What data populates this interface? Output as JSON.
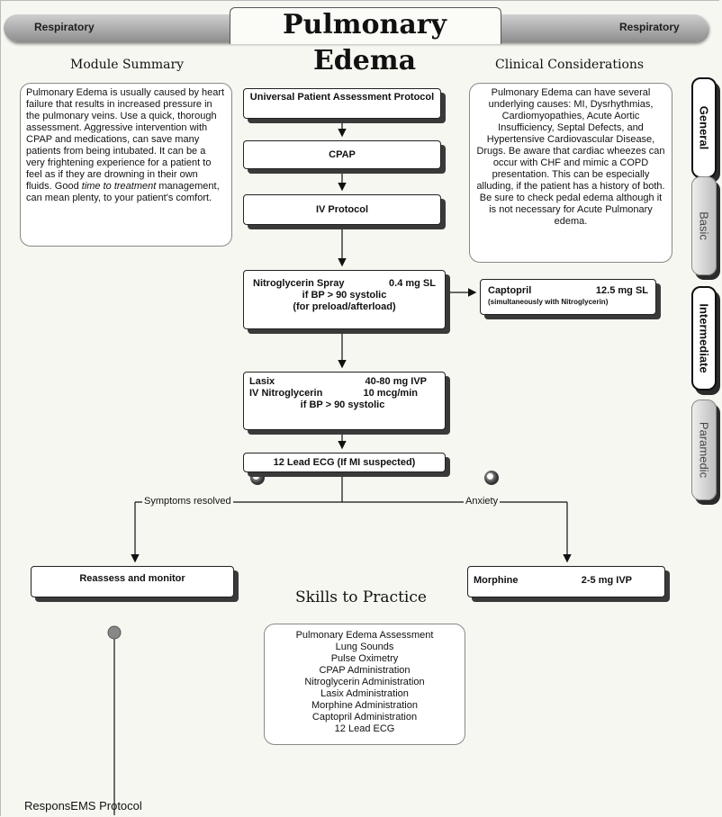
{
  "header": {
    "title": "Pulmonary Edema",
    "left_tag": "Respiratory",
    "right_tag": "Respiratory"
  },
  "module_summary": {
    "heading": "Module Summary",
    "text_part1": "Pulmonary Edema is usually caused by heart failure that results in increased pressure in the pulmonary veins. Use a quick, thorough assessment. Aggressive intervention with CPAP and medications, can save many patients from being intubated. It can be a very frightening experience for a patient to feel as if they are drowning in their own fluids. Good ",
    "text_italic": "time to treatment",
    "text_part2": " management, can mean plenty, to your patient's comfort."
  },
  "clinical_considerations": {
    "heading": "Clinical Considerations",
    "text": "Pulmonary Edema can have several underlying causes: MI, Dysrhythmias, Cardiomyopathies, Acute Aortic Insufficiency, Septal Defects, and Hypertensive Cardiovascular Disease, Drugs. Be aware that cardiac wheezes can occur with CHF and mimic a COPD presentation. This can be especially alluding, if the patient has a history of both. Be sure to check pedal edema although it is not necessary for Acute Pulmonary edema."
  },
  "flow": {
    "universal": "Universal Patient Assessment Protocol",
    "cpap": "CPAP",
    "iv": "IV Protocol",
    "nitro": {
      "drug": "Nitroglycerin Spray",
      "dose": "0.4 mg SL",
      "condition": "if BP > 90 systolic",
      "note": "(for preload/afterload)"
    },
    "captopril": {
      "drug": "Captopril",
      "dose": "12.5 mg SL",
      "note": "(simultaneously with Nitroglycerin)"
    },
    "lasix": {
      "drug1": "Lasix",
      "dose1": "40-80 mg IVP",
      "drug2": "IV Nitroglycerin",
      "dose2": "10 mcg/min",
      "condition": "if BP > 90 systolic"
    },
    "ecg": "12 Lead ECG (If MI suspected)",
    "branch_left": "Symptoms resolved",
    "branch_right": "Anxiety",
    "reassess": "Reassess and monitor",
    "morphine": {
      "drug": "Morphine",
      "dose": "2-5 mg IVP"
    }
  },
  "skills": {
    "heading": "Skills to Practice",
    "items": [
      "Pulmonary Edema Assessment",
      "Lung Sounds",
      "Pulse Oximetry",
      "CPAP Administration",
      "Nitroglycerin Administration",
      "Lasix Administration",
      "Morphine Administration",
      "Captopril Administration",
      "12 Lead ECG"
    ]
  },
  "tabs": [
    {
      "label": "General",
      "active": true
    },
    {
      "label": "Basic",
      "active": false
    },
    {
      "label": "Intermediate",
      "active": true
    },
    {
      "label": "Paramedic",
      "active": false
    }
  ],
  "footer": "ResponsEMS Protocol"
}
